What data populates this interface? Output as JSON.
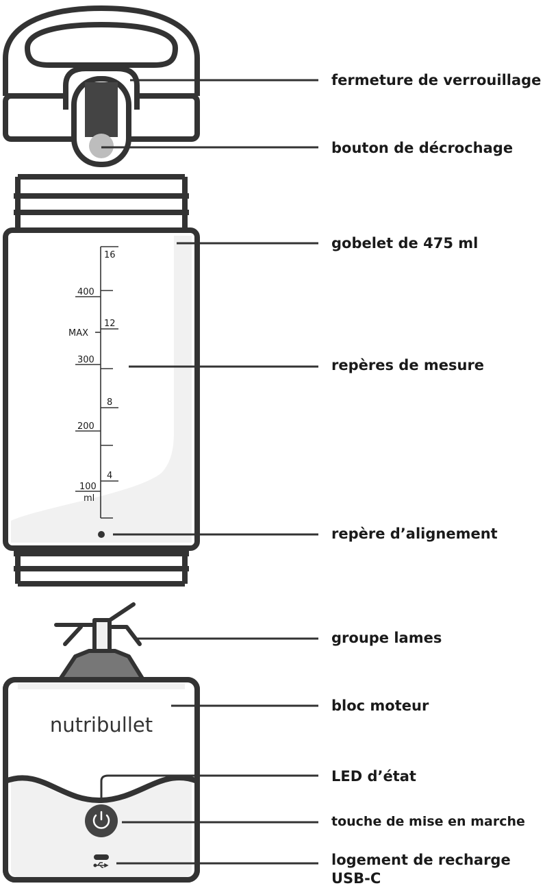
{
  "colors": {
    "outline": "#333333",
    "light_gray": "#f1f1f1",
    "mid_gray": "#bdbdbd",
    "dark_gray": "#444444",
    "hub_gray": "#777777"
  },
  "lid": {
    "icons": [
      "lid-handle-icon",
      "lock-latch-icon",
      "release-button-icon"
    ]
  },
  "cup": {
    "ml_marks": [
      "400",
      "MAX",
      "300",
      "200",
      "100",
      "ml"
    ],
    "oz_marks": [
      "16",
      "12",
      "8",
      "4"
    ]
  },
  "motor_base": {
    "brand": "nutribullet",
    "icons": [
      "blade-assembly-icon",
      "power-icon",
      "usb-icon"
    ]
  },
  "callouts": [
    {
      "label": "fermeture de verrouillage"
    },
    {
      "label": "bouton de décrochage"
    },
    {
      "label": "gobelet de 475 ml"
    },
    {
      "label": "repères de mesure"
    },
    {
      "label": "repère d’alignement"
    },
    {
      "label": "groupe lames"
    },
    {
      "label": "bloc moteur"
    },
    {
      "label": "LED d’état"
    },
    {
      "label": "touche de mise en marche"
    },
    {
      "label": "logement de recharge USB-C"
    }
  ]
}
